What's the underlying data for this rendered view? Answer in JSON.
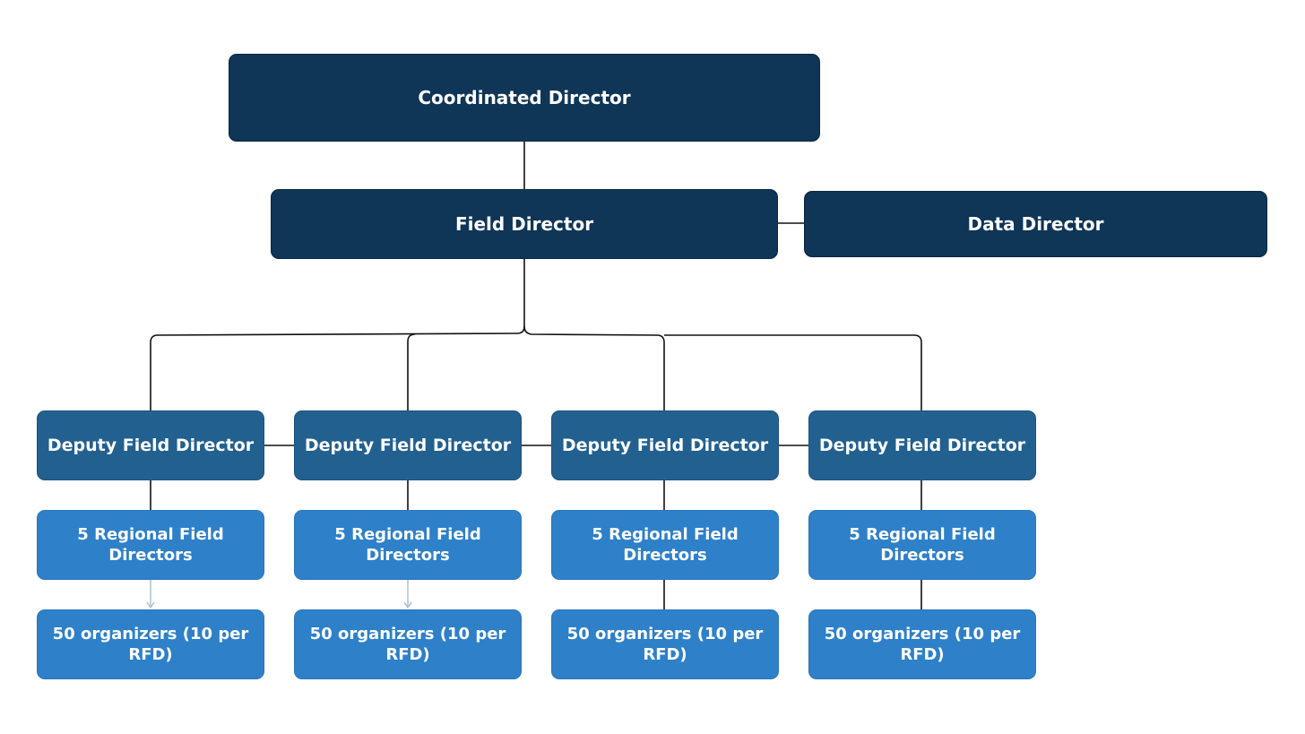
{
  "diagram": {
    "top": {
      "label": "Coordinated Director"
    },
    "field": {
      "label": "Field Director"
    },
    "data": {
      "label": "Data Director"
    },
    "columns": [
      {
        "deputy": "Deputy Field Director",
        "rfd": "5 Regional Field Directors",
        "organizers": "50 organizers (10 per RFD)"
      },
      {
        "deputy": "Deputy Field Director",
        "rfd": "5 Regional Field Directors",
        "organizers": "50 organizers (10 per RFD)"
      },
      {
        "deputy": "Deputy Field Director",
        "rfd": "5 Regional Field Directors",
        "organizers": "50 organizers (10 per RFD)"
      },
      {
        "deputy": "Deputy Field Director",
        "rfd": "5 Regional Field Directors",
        "organizers": "50 organizers (10 per RFD)"
      }
    ],
    "colors": {
      "navy": "#0f3557",
      "deputy": "#22608f",
      "light": "#2e80c8",
      "connector": "#111111",
      "faint_arrow": "#a9bccc"
    }
  }
}
